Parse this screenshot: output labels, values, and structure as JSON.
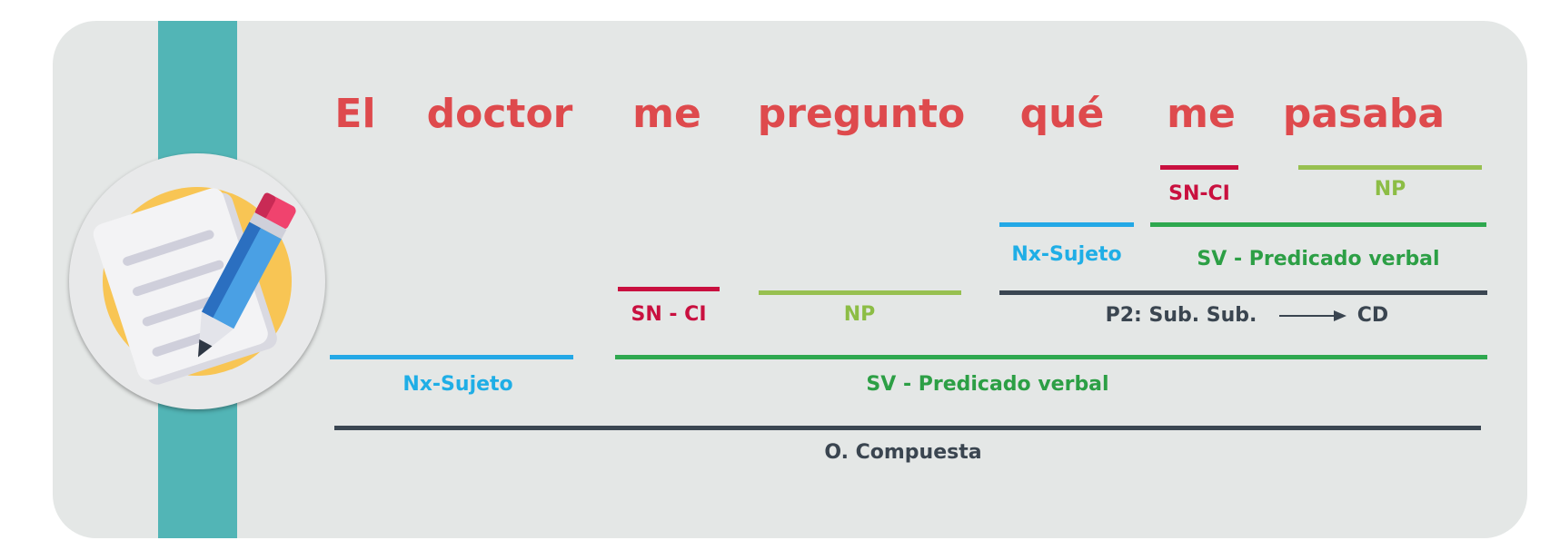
{
  "sentence": {
    "words": [
      "El",
      "doctor",
      "me",
      "pregunto",
      "qué",
      "me",
      "pasaba"
    ]
  },
  "analysis": {
    "sn_ci_upper": "SN-CI",
    "np_upper": "NP",
    "nx_sujeto_sub": "Nx-Sujeto",
    "sv_predicado_sub": "SV - Predicado verbal",
    "sn_ci_main": "SN - CI",
    "np_main": "NP",
    "p2_sub": "P2: Sub. Sub.",
    "cd": "CD",
    "nx_sujeto_main": "Nx-Sujeto",
    "sv_predicado_main": "SV - Predicado verbal",
    "o_compuesta": "O. Compuesta"
  },
  "colors": {
    "word": "#de4a4d",
    "sn_ci": "#c9103f",
    "np": "#97c050",
    "sujeto": "#23a8e6",
    "predicado": "#2ea84f",
    "clause": "#3a4652",
    "teal_band": "#52b5b6",
    "card_background": "#e4e7e6"
  },
  "icon": "note-pencil-icon"
}
